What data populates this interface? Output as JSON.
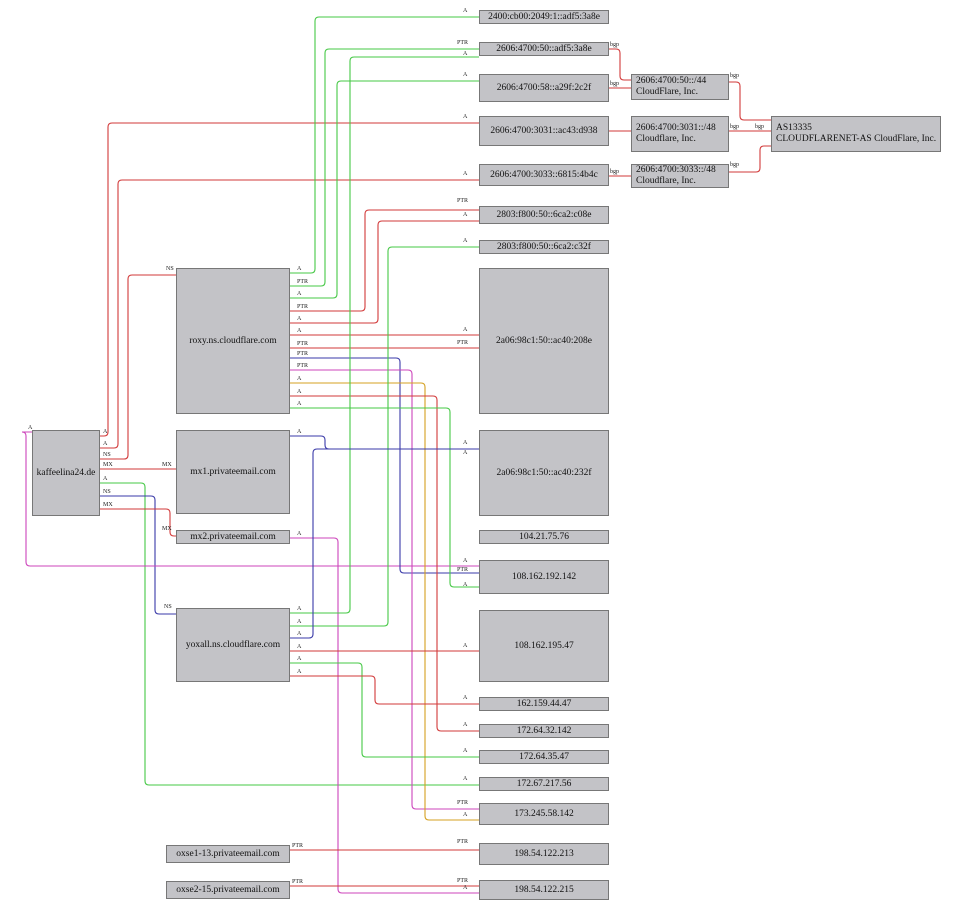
{
  "colors": {
    "red": "#d23a3a",
    "green": "#45c845",
    "blue": "#3a3aa8",
    "magenta": "#cc44bb",
    "orange": "#d4a020",
    "node_fill": "#c3c3c7"
  },
  "nodes": [
    {
      "id": "kaffeelina",
      "label": "kaffeelina24.de"
    },
    {
      "id": "roxy",
      "label": "roxy.ns.cloudflare.com"
    },
    {
      "id": "mx1",
      "label": "mx1.privateemail.com"
    },
    {
      "id": "mx2",
      "label": "mx2.privateemail.com"
    },
    {
      "id": "yoxall",
      "label": "yoxall.ns.cloudflare.com"
    },
    {
      "id": "oxse1",
      "label": "oxse1-13.privateemail.com"
    },
    {
      "id": "oxse2",
      "label": "oxse2-15.privateemail.com"
    },
    {
      "id": "ip1",
      "label": "2400:cb00:2049:1::adf5:3a8e"
    },
    {
      "id": "ip2",
      "label": "2606:4700:50::adf5:3a8e"
    },
    {
      "id": "ip3",
      "label": "2606:4700:58::a29f:2c2f"
    },
    {
      "id": "ip4",
      "label": "2606:4700:3031::ac43:d938"
    },
    {
      "id": "ip5",
      "label": "2606:4700:3033::6815:4b4c"
    },
    {
      "id": "ip6",
      "label": "2803:f800:50::6ca2:c08e"
    },
    {
      "id": "ip7",
      "label": "2803:f800:50::6ca2:c32f"
    },
    {
      "id": "ip8",
      "label": "2a06:98c1:50::ac40:208e"
    },
    {
      "id": "ip9",
      "label": "2a06:98c1:50::ac40:232f"
    },
    {
      "id": "ip10",
      "label": "104.21.75.76"
    },
    {
      "id": "ip11",
      "label": "108.162.192.142"
    },
    {
      "id": "ip12",
      "label": "108.162.195.47"
    },
    {
      "id": "ip13",
      "label": "162.159.44.47"
    },
    {
      "id": "ip14",
      "label": "172.64.32.142"
    },
    {
      "id": "ip15",
      "label": "172.64.35.47"
    },
    {
      "id": "ip16",
      "label": "172.67.217.56"
    },
    {
      "id": "ip17",
      "label": "173.245.58.142"
    },
    {
      "id": "ip18",
      "label": "198.54.122.213"
    },
    {
      "id": "ip19",
      "label": "198.54.122.215"
    },
    {
      "id": "net1",
      "label": "2606:4700:50::/44",
      "label2": "CloudFlare, Inc."
    },
    {
      "id": "net2",
      "label": "2606:4700:3031::/48",
      "label2": "Cloudflare, Inc."
    },
    {
      "id": "net3",
      "label": "2606:4700:3033::/48",
      "label2": "Cloudflare, Inc."
    },
    {
      "id": "as",
      "label": "AS13335",
      "label2": "CLOUDFLARENET-AS CloudFlare, Inc."
    }
  ],
  "edges": [
    {
      "from": "kaffeelina",
      "to": "ip4",
      "label": "A",
      "color": "red"
    },
    {
      "from": "kaffeelina",
      "to": "ip5",
      "label": "A",
      "color": "red"
    },
    {
      "from": "kaffeelina",
      "to": "roxy",
      "label": "NS",
      "color": "red"
    },
    {
      "from": "kaffeelina",
      "to": "mx1",
      "label": "MX",
      "color": "red"
    },
    {
      "from": "kaffeelina",
      "to": "ip16",
      "label": "A",
      "color": "green"
    },
    {
      "from": "kaffeelina",
      "to": "yoxall",
      "label": "NS",
      "color": "blue"
    },
    {
      "from": "kaffeelina",
      "to": "mx2",
      "label": "MX",
      "color": "red"
    },
    {
      "from": "kaffeelina",
      "to": "ip10",
      "label": "A",
      "color": "magenta"
    },
    {
      "from": "roxy",
      "to": "ip1",
      "label": "A",
      "color": "green"
    },
    {
      "from": "roxy",
      "to": "ip2",
      "label": "PTR",
      "color": "green"
    },
    {
      "from": "roxy",
      "to": "ip3",
      "label": "A",
      "color": "green"
    },
    {
      "from": "roxy",
      "to": "ip6",
      "label": "PTR",
      "color": "red"
    },
    {
      "from": "roxy",
      "to": "ip6",
      "label": "A",
      "color": "red"
    },
    {
      "from": "roxy",
      "to": "ip8",
      "label": "A",
      "color": "red"
    },
    {
      "from": "roxy",
      "to": "ip8",
      "label": "PTR",
      "color": "red"
    },
    {
      "from": "roxy",
      "to": "ip11",
      "label": "PTR",
      "color": "blue"
    },
    {
      "from": "roxy",
      "to": "ip17",
      "label": "PTR",
      "color": "magenta"
    },
    {
      "from": "roxy",
      "to": "ip17",
      "label": "A",
      "color": "orange"
    },
    {
      "from": "roxy",
      "to": "ip14",
      "label": "A",
      "color": "red"
    },
    {
      "from": "roxy",
      "to": "ip11",
      "label": "A",
      "color": "green"
    },
    {
      "from": "mx1",
      "to": "ip9",
      "label": "A",
      "color": "blue"
    },
    {
      "from": "mx2",
      "to": "ip19",
      "label": "A",
      "color": "magenta"
    },
    {
      "from": "yoxall",
      "to": "ip2",
      "label": "A",
      "color": "green"
    },
    {
      "from": "yoxall",
      "to": "ip7",
      "label": "A",
      "color": "green"
    },
    {
      "from": "yoxall",
      "to": "ip9",
      "label": "A",
      "color": "blue"
    },
    {
      "from": "yoxall",
      "to": "ip12",
      "label": "A",
      "color": "red"
    },
    {
      "from": "yoxall",
      "to": "ip15",
      "label": "A",
      "color": "green"
    },
    {
      "from": "yoxall",
      "to": "ip13",
      "label": "A",
      "color": "red"
    },
    {
      "from": "oxse1",
      "to": "ip18",
      "label": "PTR",
      "color": "red"
    },
    {
      "from": "oxse2",
      "to": "ip19",
      "label": "PTR",
      "color": "red"
    },
    {
      "from": "ip2",
      "to": "net1",
      "label": "bgp",
      "color": "red"
    },
    {
      "from": "ip3",
      "to": "net1",
      "label": "bgp",
      "color": "red"
    },
    {
      "from": "ip4",
      "to": "net2",
      "label": "bgp",
      "color": "red"
    },
    {
      "from": "ip5",
      "to": "net3",
      "label": "bgp",
      "color": "red"
    },
    {
      "from": "net1",
      "to": "as",
      "label": "bgp",
      "color": "red"
    },
    {
      "from": "net2",
      "to": "as",
      "label": "bgp",
      "color": "red"
    },
    {
      "from": "net3",
      "to": "as",
      "label": "bgp",
      "color": "red"
    }
  ]
}
